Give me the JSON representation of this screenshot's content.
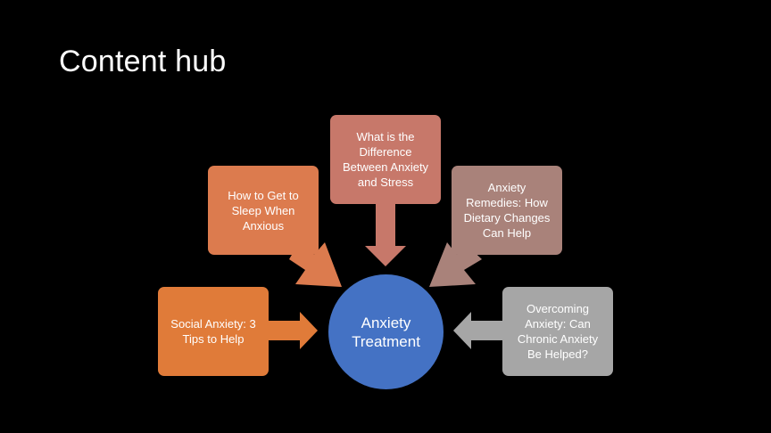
{
  "slide": {
    "title": "Content hub"
  },
  "hub": {
    "label": "Anxiety Treatment",
    "color": "#4472c4"
  },
  "topics": [
    {
      "label": "Social Anxiety: 3 Tips to Help",
      "color": "#e07b39"
    },
    {
      "label": "How to Get to Sleep When Anxious",
      "color": "#dc7b4e"
    },
    {
      "label": "What is the Difference Between Anxiety and Stress",
      "color": "#c7786a"
    },
    {
      "label": "Anxiety Remedies: How Dietary Changes Can Help",
      "color": "#a9827a"
    },
    {
      "label": "Overcoming Anxiety: Can Chronic Anxiety Be Helped?",
      "color": "#a6a6a6"
    }
  ]
}
